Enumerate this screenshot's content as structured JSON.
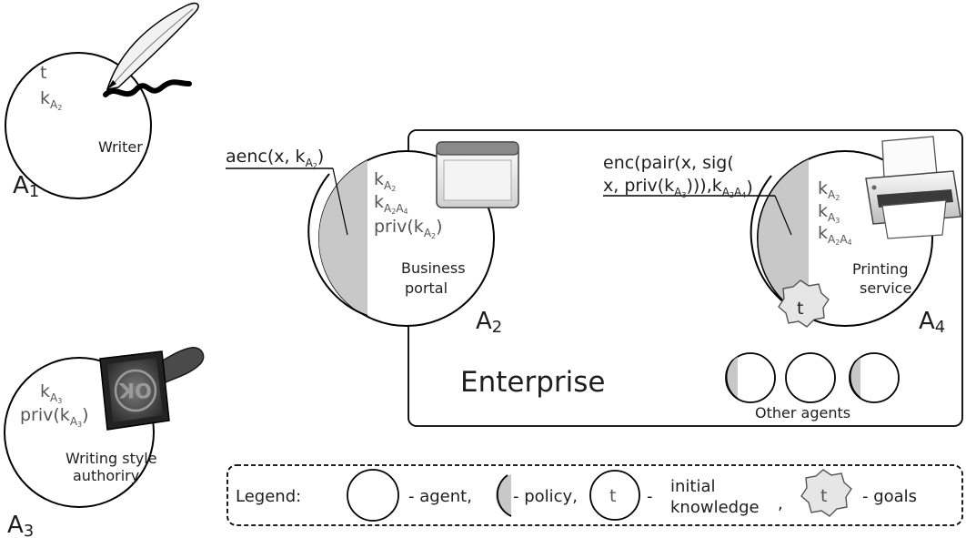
{
  "agents": {
    "a1": {
      "name": "Writer",
      "label": "A",
      "label_sub": "1",
      "knowledge_t": "t",
      "knowledge_k": "k",
      "knowledge_k_sub": "A",
      "knowledge_k_subsub": "2"
    },
    "a2": {
      "name_line1": "Business",
      "name_line2": "portal",
      "label": "A",
      "label_sub": "2",
      "k1": "k",
      "k1_sub": "A",
      "k1_subsub": "2",
      "k2": "k",
      "k2_sub": "A",
      "k2_subsub": "2",
      "k2_sub2": "A",
      "k2_subsub2": "4",
      "k3_pre": "priv(k",
      "k3_sub": "A",
      "k3_subsub": "2",
      "k3_post": ")"
    },
    "a3": {
      "name_line1": "Writing style",
      "name_line2": "authoriry",
      "label": "A",
      "label_sub": "3",
      "k1": "k",
      "k1_sub": "A",
      "k1_subsub": "3",
      "k2_pre": "priv(k",
      "k2_sub": "A",
      "k2_subsub": "3",
      "k2_post": ")",
      "stamp_text": "OK"
    },
    "a4": {
      "name_line1": "Printing",
      "name_line2": "service",
      "label": "A",
      "label_sub": "4",
      "k1": "k",
      "k1_sub": "A",
      "k1_subsub": "2",
      "k2": "k",
      "k2_sub": "A",
      "k2_subsub": "3",
      "k3": "k",
      "k3_sub": "A",
      "k3_subsub": "2",
      "k3_sub2": "A",
      "k3_subsub2": "4",
      "goal": "t"
    }
  },
  "policies": {
    "a2": {
      "pre": "aenc(x, k",
      "sub": "A",
      "subsub": "2",
      "post": ")"
    },
    "a4": {
      "line1": "enc(pair(x, sig(",
      "line2_pre": "x, priv(k",
      "sub": "A",
      "subsub": "3",
      "line2_mid": "))),k",
      "sub2": "A",
      "subsub2": "2",
      "sub3": "A",
      "subsub3": "4",
      "line2_post": ")"
    }
  },
  "enterprise": {
    "title": "Enterprise",
    "other_agents": "Other agents"
  },
  "legend": {
    "title": "Legend:",
    "agent": "- agent,",
    "policy": "- policy,",
    "knowledge_sample": "t",
    "knowledge_dash": "-",
    "knowledge_line1": "initial",
    "knowledge_line2": "knowledge",
    "knowledge_comma": ",",
    "goal_sample": "t",
    "goals": "- goals"
  },
  "colors": {
    "policy_fill": "#c8c8c8",
    "stroke": "#000000",
    "text": "#1e1e1e",
    "goal_fill": "#e6e6e6"
  },
  "icons": [
    "quill-pen-icon",
    "browser-window-icon",
    "printer-icon",
    "rubber-stamp-icon"
  ]
}
